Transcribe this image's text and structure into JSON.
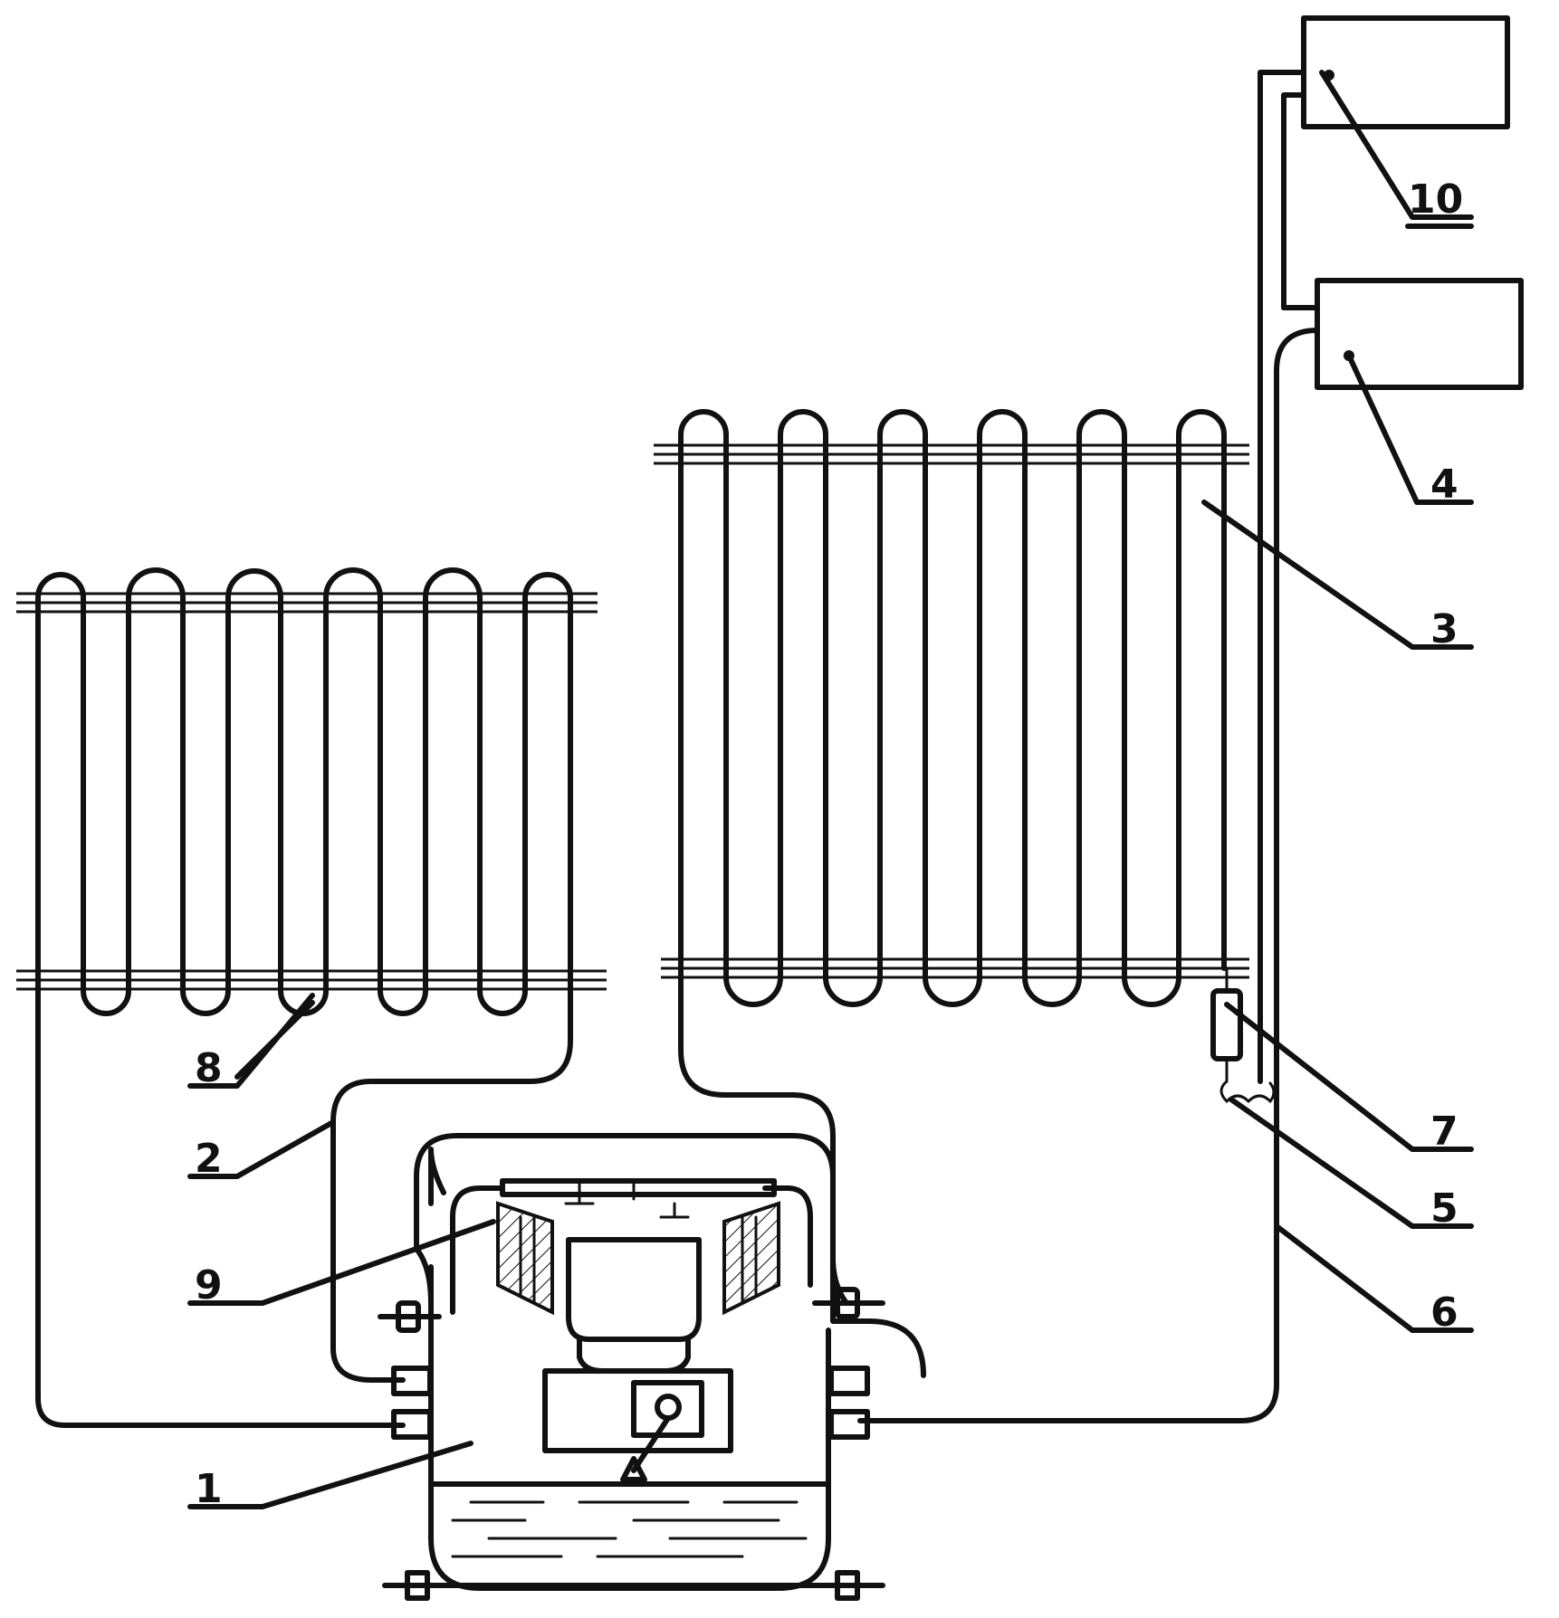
{
  "figure": {
    "labels": [
      {
        "id": "1",
        "text": "1"
      },
      {
        "id": "2",
        "text": "2"
      },
      {
        "id": "3",
        "text": "3"
      },
      {
        "id": "4",
        "text": "4"
      },
      {
        "id": "5",
        "text": "5"
      },
      {
        "id": "6",
        "text": "6"
      },
      {
        "id": "7",
        "text": "7"
      },
      {
        "id": "8",
        "text": "8"
      },
      {
        "id": "9",
        "text": "9"
      },
      {
        "id": "10",
        "text": "10"
      }
    ]
  }
}
